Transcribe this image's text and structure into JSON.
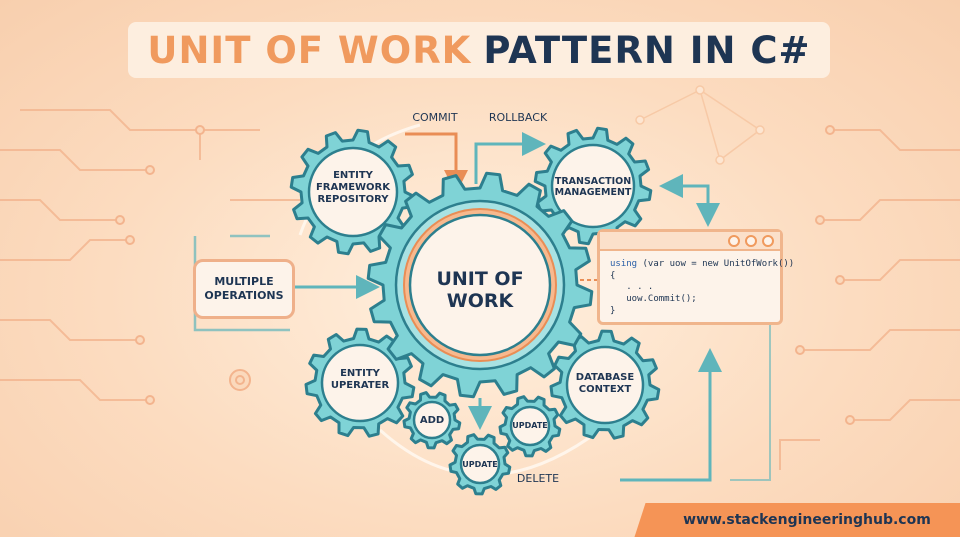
{
  "title": {
    "part1": "UNIT OF WORK",
    "part2": "PATTERN IN C#"
  },
  "center": {
    "line1": "UNIT OF",
    "line2": "WORK"
  },
  "gears": {
    "entity_framework_repository": [
      "ENTITY",
      "FRAMEWORK",
      "REPOSITORY"
    ],
    "transaction_management": [
      "TRANSACTION",
      "MANAGEMENT"
    ],
    "entity_uperater": [
      "ENTITY",
      "UPERATER"
    ],
    "database_context": [
      "DATABASE",
      "CONTEXT"
    ],
    "add": "ADD",
    "update_right": "UPDATE",
    "update_bottom": "UPDATE"
  },
  "labels": {
    "commit": "COMMIT",
    "rollback": "ROLLBACK",
    "delete": "DELETE",
    "multiple_operations": [
      "MULTIPLE",
      "OPERATIONS"
    ]
  },
  "code": {
    "line1_kw": "using",
    "line1_rest": " (var uow = new UnitOfWork())",
    "line2": "{",
    "line3": "   . . .",
    "line4": "   uow.Commit();",
    "line5": "}"
  },
  "footer": {
    "url": "www.stackengineeringhub.com"
  },
  "colors": {
    "background": "#fbd9bc",
    "gear_teal": "#7fd3d6",
    "gear_stroke": "#2d7f8e",
    "navy_text": "#1e3553",
    "orange_accent": "#f09a5e"
  }
}
